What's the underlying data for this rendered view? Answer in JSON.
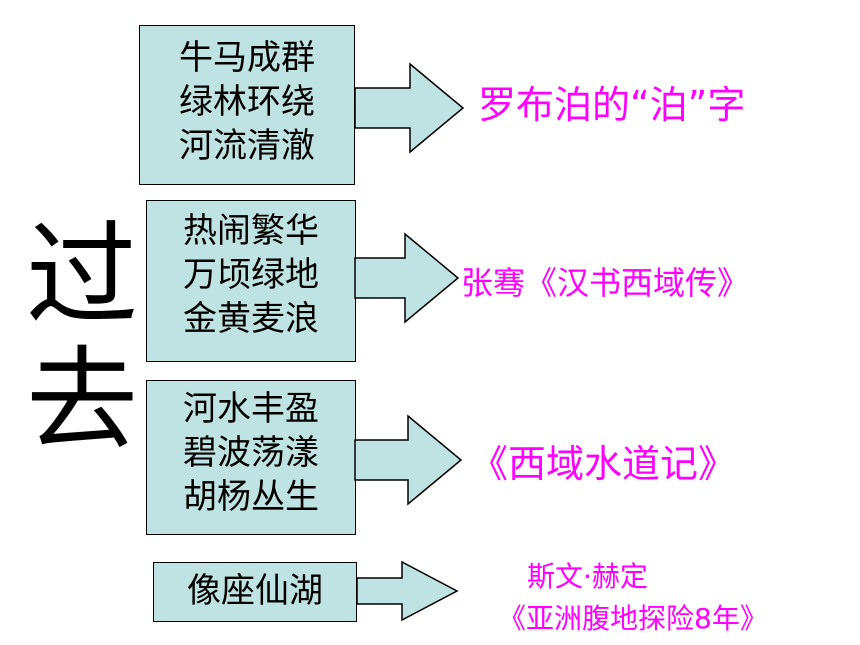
{
  "title_chars": [
    "过",
    "去"
  ],
  "groups": [
    {
      "lines": [
        "牛马成群",
        "绿林环绕",
        "河流清澈"
      ],
      "source": [
        "罗布泊的“泊”字"
      ]
    },
    {
      "lines": [
        "热闹繁华",
        "万顷绿地",
        "金黄麦浪"
      ],
      "source": [
        "张骞《汉书西域传》"
      ]
    },
    {
      "lines": [
        "河水丰盈",
        "碧波荡漾",
        "胡杨丛生"
      ],
      "source": [
        "《西域水道记》"
      ]
    },
    {
      "lines": [
        "像座仙湖"
      ],
      "source": [
        "斯文·赫定",
        "《亚洲腹地探险8年》"
      ]
    }
  ],
  "colors": {
    "box_fill": "#bfe3e3",
    "arrow_fill": "#bfe3e3",
    "outline": "#000000",
    "source_text": "#ff00ff"
  }
}
